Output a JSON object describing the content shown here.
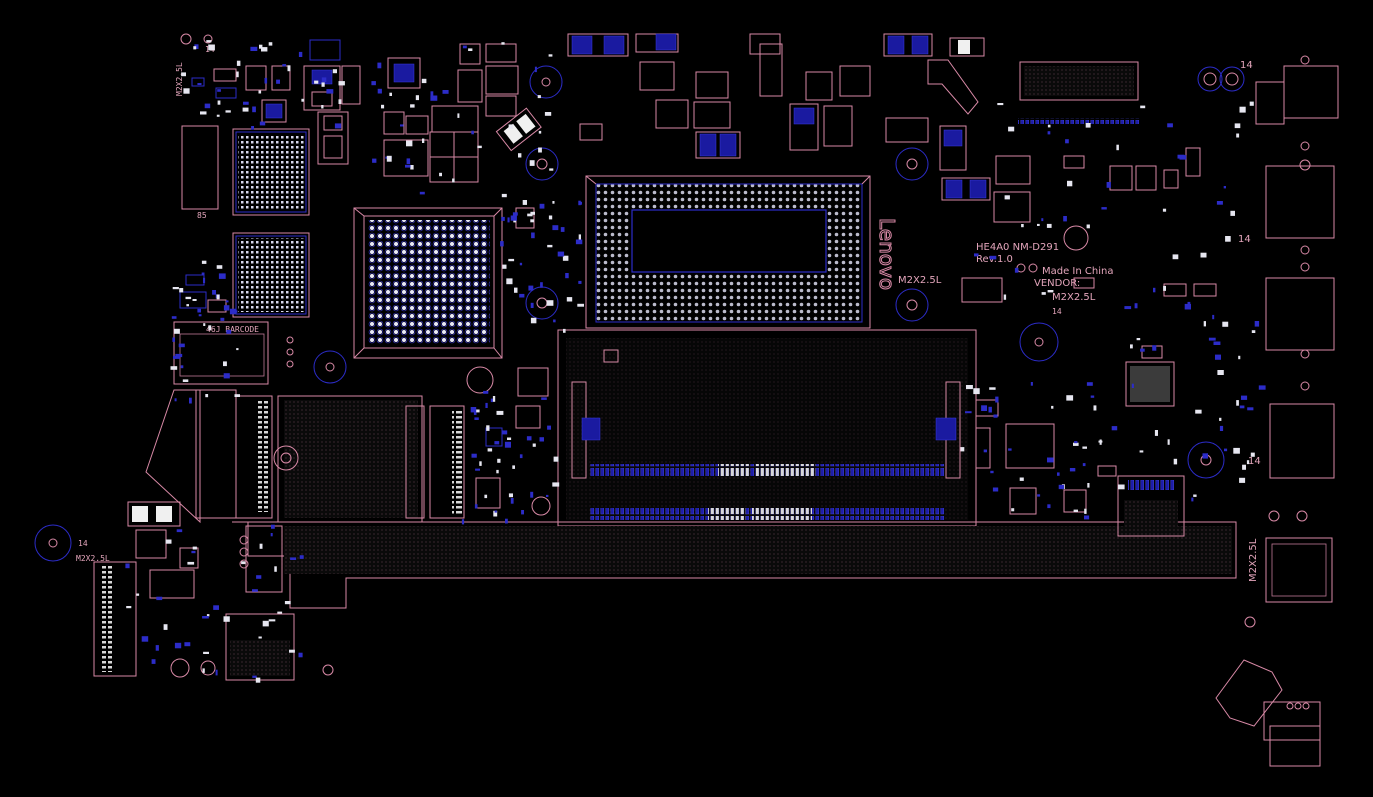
{
  "board": {
    "model_label": "HE4A0 NM-D291",
    "revision": "Rev.1.0",
    "made_in": "Made In China",
    "vendor": "VENDOR:",
    "brand": "Lenovo",
    "barcode": "46J BARCODE",
    "label_85": "85"
  },
  "screws": [
    {
      "id": "s1",
      "label": "M2X2.5L"
    },
    {
      "id": "s2",
      "label": "M2X2.5L"
    },
    {
      "id": "s3",
      "label": "M2X2.5L"
    },
    {
      "id": "s4",
      "label": "M2X2.5L"
    },
    {
      "id": "s5",
      "label": "M2X2.5L"
    }
  ],
  "pin_labels": {
    "p14a": "14",
    "p14b": "14",
    "p14c": "14",
    "p14d": "14",
    "p14e": "14",
    "p14f": "14"
  },
  "colors": {
    "silkscreen": "#d889a6",
    "copper": "#2c2cc8",
    "background": "#000000"
  }
}
